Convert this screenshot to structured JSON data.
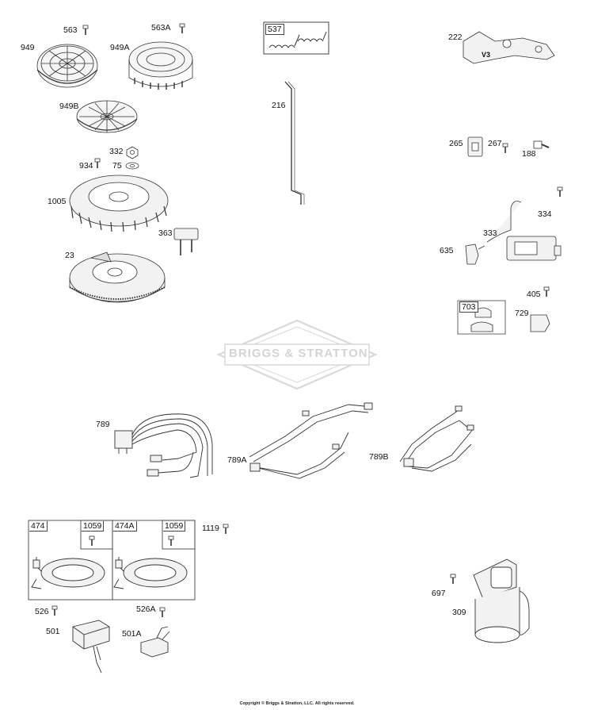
{
  "watermark": {
    "text": "BRIGGS & STRATTON"
  },
  "copyright": "Copyright © Briggs & Stratton, LLC. All rights reserved.",
  "labels": {
    "p563": "563",
    "p563A": "563A",
    "p949": "949",
    "p949A": "949A",
    "p949B": "949B",
    "p332": "332",
    "p934": "934",
    "p75": "75",
    "p1005": "1005",
    "p363": "363",
    "p23": "23",
    "p537": "537",
    "p216": "216",
    "p222": "222",
    "v3": "V3",
    "p265": "265",
    "p267": "267",
    "p188": "188",
    "p334": "334",
    "p333": "333",
    "p635": "635",
    "p405": "405",
    "p703": "703",
    "p729": "729",
    "p789": "789",
    "p789A": "789A",
    "p789B": "789B",
    "p474": "474",
    "p1059a": "1059",
    "p474A": "474A",
    "p1059b": "1059",
    "p1119": "1119",
    "p526": "526",
    "p526A": "526A",
    "p501": "501",
    "p501A": "501A",
    "p697": "697",
    "p309": "309"
  },
  "colors": {
    "line": "#333333",
    "light": "#cccccc",
    "watermark": "#d9d9d9"
  }
}
